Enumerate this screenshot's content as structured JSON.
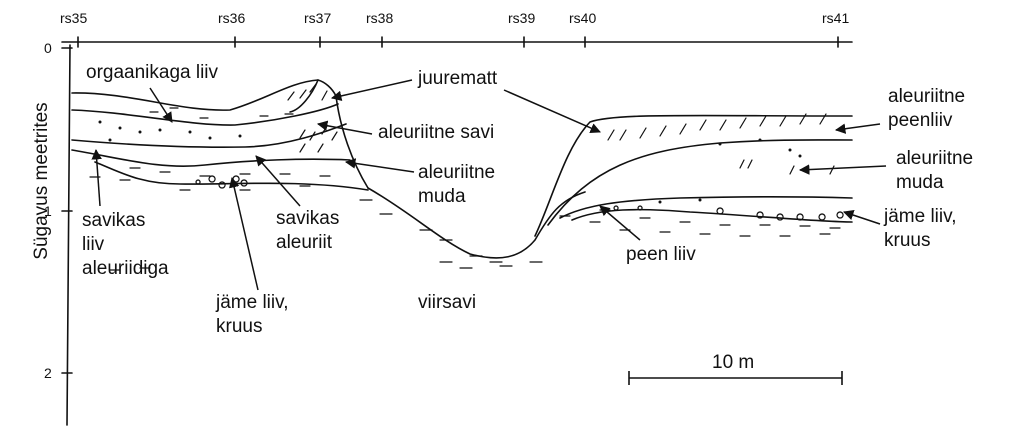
{
  "axis": {
    "y_title": "Sügavus meetrites",
    "y_ticks": [
      "0",
      "1",
      "2"
    ]
  },
  "stations": [
    "rs35",
    "rs36",
    "rs37",
    "rs38",
    "rs39",
    "rs40",
    "rs41"
  ],
  "labels": {
    "orgaanikaga_liiv": "orgaanikaga liiv",
    "juurematt": "juurematt",
    "aleuriitne_savi": "aleuriitne savi",
    "aleuriitne_muda_mid_1": "aleuriitne",
    "aleuriitne_muda_mid_2": "muda",
    "savikas_aleuriit_1": "savikas",
    "savikas_aleuriit_2": "aleuriit",
    "savikas_liiv_1": "savikas",
    "savikas_liiv_2": "liiv",
    "savikas_liiv_3": "aleuriidiga",
    "jame_liiv_left_1": "jäme liiv,",
    "jame_liiv_left_2": "kruus",
    "viirsavi": "viirsavi",
    "peen_liiv": "peen liiv",
    "aleuriitne_peenliiv_1": "aleuriitne",
    "aleuriitne_peenliiv_2": "peenliiv",
    "aleuriitne_muda_right_1": "aleuriitne",
    "aleuriitne_muda_right_2": "muda",
    "jame_liiv_right_1": "jäme liiv,",
    "jame_liiv_right_2": "kruus"
  },
  "scale_bar": {
    "label": "10 m"
  }
}
